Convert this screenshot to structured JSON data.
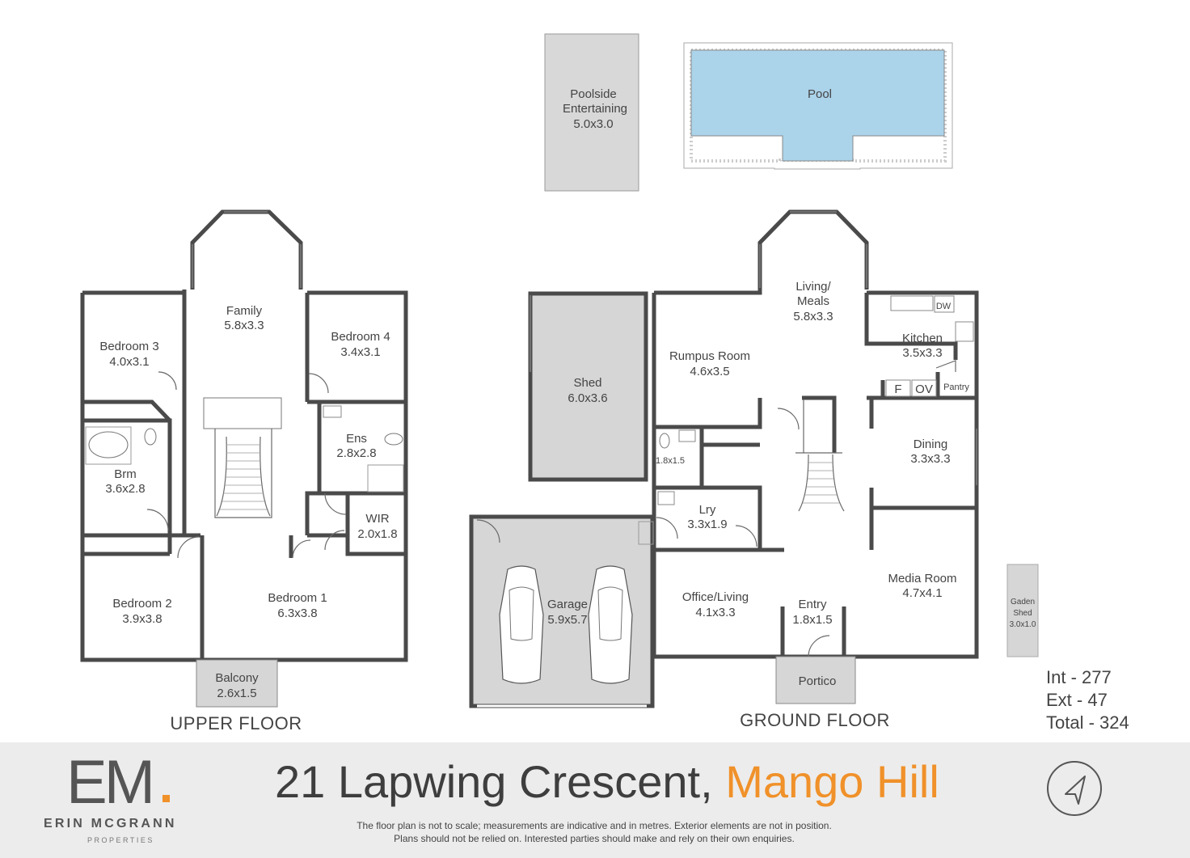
{
  "floors": {
    "upper": "UPPER FLOOR",
    "ground": "GROUND FLOOR"
  },
  "rooms": {
    "poolside": {
      "name": "Poolside",
      "name2": "Entertaining",
      "dims": "5.0x3.0"
    },
    "pool": {
      "name": "Pool"
    },
    "family": {
      "name": "Family",
      "dims": "5.8x3.3"
    },
    "bedroom3": {
      "name": "Bedroom 3",
      "dims": "4.0x3.1"
    },
    "bedroom4": {
      "name": "Bedroom 4",
      "dims": "3.4x3.1"
    },
    "ens": {
      "name": "Ens",
      "dims": "2.8x2.8"
    },
    "brm": {
      "name": "Brm",
      "dims": "3.6x2.8"
    },
    "wir": {
      "name": "WIR",
      "dims": "2.0x1.8"
    },
    "bedroom2": {
      "name": "Bedroom 2",
      "dims": "3.9x3.8"
    },
    "bedroom1": {
      "name": "Bedroom 1",
      "dims": "6.3x3.8"
    },
    "balcony": {
      "name": "Balcony",
      "dims": "2.6x1.5"
    },
    "shed": {
      "name": "Shed",
      "dims": "6.0x3.6"
    },
    "living": {
      "name": "Living/",
      "name2": "Meals",
      "dims": "5.8x3.3"
    },
    "kitchen": {
      "name": "Kitchen",
      "dims": "3.5x3.3"
    },
    "rumpus": {
      "name": "Rumpus Room",
      "dims": "4.6x3.5"
    },
    "wc": {
      "dims": "1.8x1.5"
    },
    "lry": {
      "name": "Lry",
      "dims": "3.3x1.9"
    },
    "dining": {
      "name": "Dining",
      "dims": "3.3x3.3"
    },
    "garage": {
      "name": "Garage",
      "dims": "5.9x5.7"
    },
    "office": {
      "name": "Office/Living",
      "dims": "4.1x3.3"
    },
    "entry": {
      "name": "Entry",
      "dims": "1.8x1.5"
    },
    "media": {
      "name": "Media Room",
      "dims": "4.7x4.1"
    },
    "portico": {
      "name": "Portico"
    },
    "gshed": {
      "name": "Gaden",
      "name2": "Shed",
      "dims": "3.0x1.0"
    }
  },
  "fixtures": {
    "dw": "DW",
    "pantry": "Pantry",
    "fridge": "F",
    "oven": "OV"
  },
  "areas": {
    "int": "Int -  277",
    "ext": "Ext -  47",
    "total": "Total - 324"
  },
  "footer": {
    "logo_mark": "EM",
    "brand": "ERIN MCGRANN",
    "brand_sub": "PROPERTIES",
    "street": "21 Lapwing Crescent,",
    "suburb": "Mango Hill",
    "disclaimer1": "The floor plan is not to scale; measurements are indicative and in metres. Exterior elements are not in position.",
    "disclaimer2": "Plans should not be relied on. Interested parties should make and rely on their own enquiries."
  },
  "colors": {
    "accent": "#f0912a",
    "wall": "#4a4a4a",
    "outdoor_fill": "#d6d6d6",
    "pool_water": "#abd3ea"
  }
}
